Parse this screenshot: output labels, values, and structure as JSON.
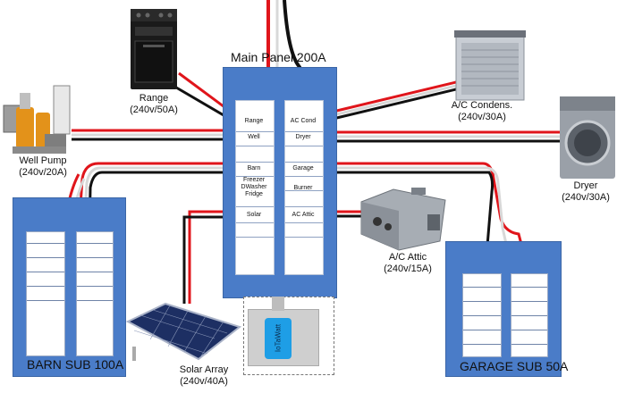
{
  "main_panel": {
    "title": "Main Panel 200A",
    "left_breakers": [
      "Range",
      "Well",
      "Barn",
      "Freezer",
      "DWasher",
      "Fridge",
      "Solar"
    ],
    "right_breakers": [
      "AC Cond",
      "Dryer",
      "Garage",
      "Burner",
      "AC Attic"
    ]
  },
  "appliances": {
    "range": {
      "name": "Range",
      "rating": "(240v/50A)"
    },
    "ac_condenser": {
      "name": "A/C Condens.",
      "rating": "(240v/30A)"
    },
    "dryer": {
      "name": "Dryer",
      "rating": "(240v/30A)"
    },
    "well_pump": {
      "name": "Well Pump",
      "rating": "(240v/20A)"
    },
    "ac_attic": {
      "name": "A/C Attic",
      "rating": "(240v/15A)"
    },
    "solar": {
      "name": "Solar Array",
      "rating": "(240v/40A)"
    }
  },
  "subpanels": {
    "barn": "BARN SUB 100A",
    "garage": "GARAGE SUB 50A"
  },
  "monitor": {
    "label": "IoTaWatt"
  },
  "colors": {
    "panel": "#4a7cc8",
    "hot": "#e0151b",
    "neutral": "#d8d8d8",
    "ground": "#111111"
  }
}
